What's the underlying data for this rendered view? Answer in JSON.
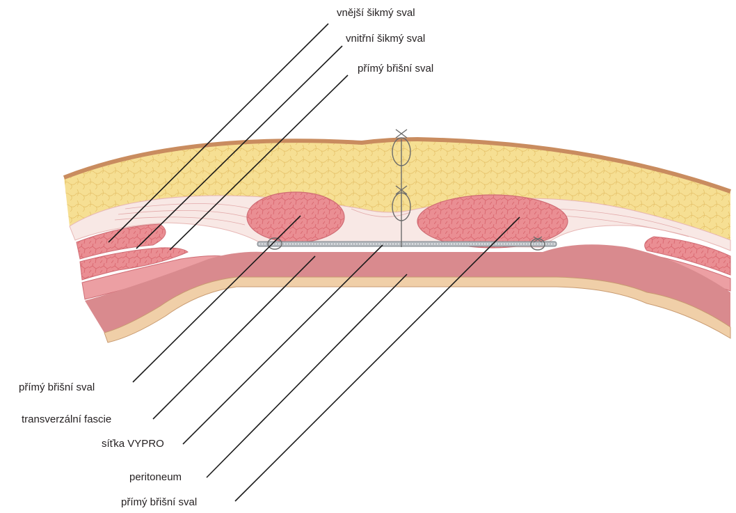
{
  "labels": {
    "external_oblique": "vnější šikmý sval",
    "internal_oblique": "vnitřní šikmý sval",
    "rectus_top": "přímý břišní sval",
    "rectus_left": "přímý břišní sval",
    "transversalis_fascia": "transverzální fascie",
    "mesh": "síťka VYPRO",
    "peritoneum": "peritoneum",
    "rectus_bottom": "přímý břišní sval"
  },
  "colors": {
    "skin": "#d9a57a",
    "fat": "#f4dc8c",
    "fascia": "#f7e6e3",
    "muscle": "#e58a8f",
    "muscle_light": "#f0aaae",
    "peritoneum": "#c97b7e",
    "mesh": "#9aa0a6",
    "line": "#1a1a1a"
  }
}
